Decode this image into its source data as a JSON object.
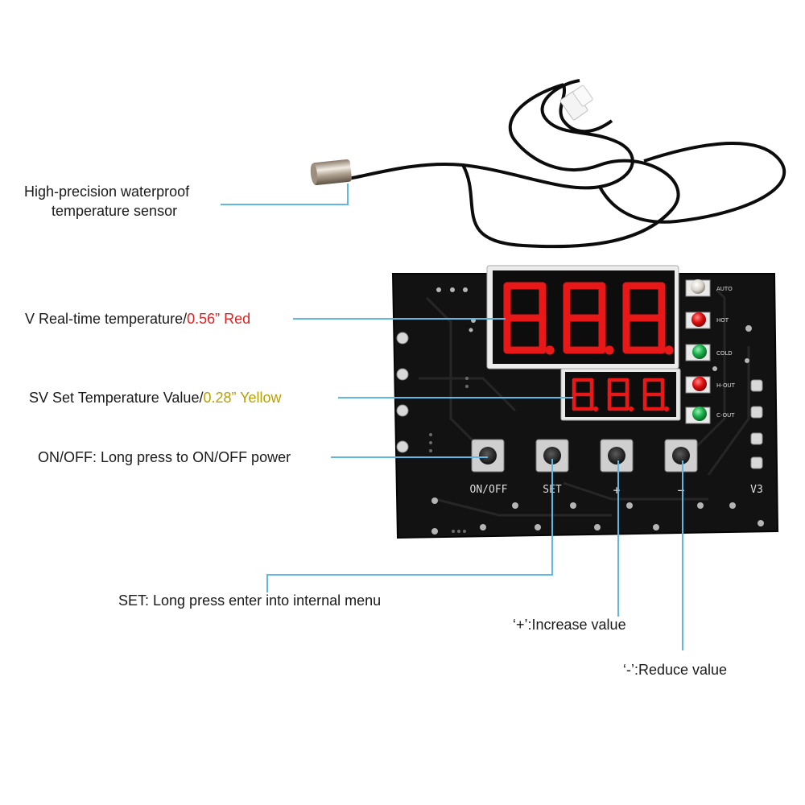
{
  "colors": {
    "leader": "#5fb7e3",
    "pcb": "#121212",
    "segment": "#e81818",
    "led_red": "#e01010",
    "led_green": "#18b04a",
    "highlight_red": "#e02020",
    "highlight_yellow": "#b8a000"
  },
  "labels": {
    "sensor_line1": "High-precision waterproof",
    "sensor_line2": "temperature sensor",
    "pv_prefix": "V Real-time temperature/",
    "pv_size": "0.56” Red",
    "sv_prefix": "SV Set Temperature Value/",
    "sv_size": "0.28” Yellow",
    "onoff": "ON/OFF: Long press to ON/OFF power",
    "set": "SET: Long press enter into internal menu",
    "plus": "‘+’:Increase value",
    "minus": "‘-’:Reduce value"
  },
  "board": {
    "led_labels": [
      "AUTO",
      "HOT",
      "COLD",
      "H-OUT",
      "C-OUT"
    ],
    "button_labels": [
      "ON/OFF",
      "SET",
      "+",
      "−"
    ],
    "version": "V3"
  }
}
